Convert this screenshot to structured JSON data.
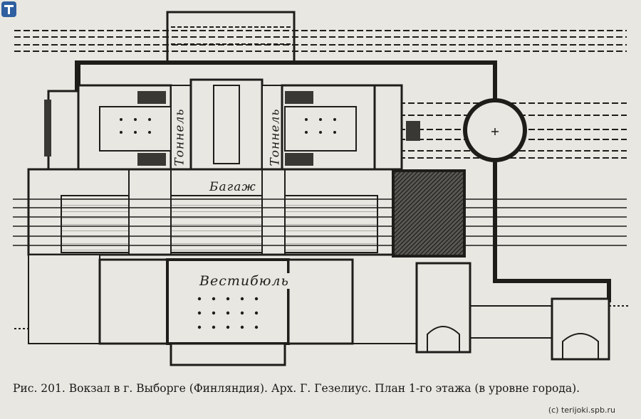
{
  "page": {
    "caption": "Рис. 201. Вокзал в г. Выборге (Финляндия). Арх. Г. Гезелиус. План 1-го этажа (в уровне города).",
    "copyright": "(c) terijoki.spb.ru"
  },
  "plan": {
    "labels": {
      "tunnel_left": "Тоннель",
      "tunnel_right": "Тоннель",
      "baggage": "Багаж",
      "vestibule": "Вестибюль"
    }
  },
  "colors": {
    "ink": "#1f1d1a",
    "paper": "#e9e7e1",
    "logo": "#2f5fa0"
  },
  "icons": {
    "site_logo": "terijoki-logo-icon"
  }
}
